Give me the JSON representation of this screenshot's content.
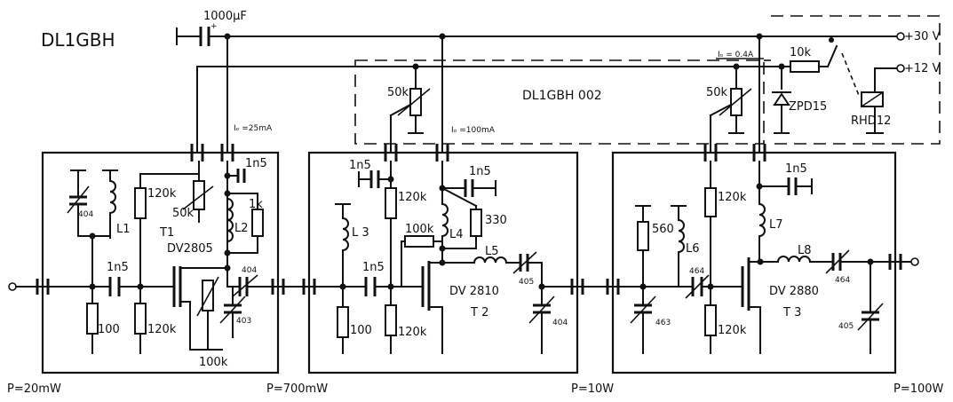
{
  "title": "DL1GBH",
  "board_label": "DL1GBH  002",
  "supply": {
    "v30": "+30 V",
    "v12": "+12 V"
  },
  "currents": {
    "i_overall": "Iₒ = 0.4A",
    "i_t1": "Iₒ =25mA",
    "i_t2": "Iₒ =100mA"
  },
  "power_levels": [
    "P=20mW",
    "P=700mW",
    "P=10W",
    "P=100W"
  ],
  "components": {
    "c_main": "1000µF",
    "r_10k": "10k",
    "zener": "ZPD15",
    "relay": "RHD12",
    "pot_50k_a": "50k",
    "pot_50k_b": "50k",
    "pot_50k_c": "50k",
    "c_1n5_a": "1n5",
    "c_1n5_b": "1n5",
    "c_1n5_c": "1n5",
    "c_1n5_d": "1n5",
    "c_1n5_e": "1n5",
    "c_1n5_f": "1n5",
    "r_120k_a": "120k",
    "r_120k_b": "120k",
    "r_120k_c": "120k",
    "r_120k_d": "120k",
    "r_120k_e": "120k",
    "r_120k_f": "120k",
    "r_100_a": "100",
    "r_100_b": "100",
    "r_100k_a": "100k",
    "r_100k_b": "100k",
    "r_1k": "1k",
    "r_330": "330",
    "r_560": "560",
    "trim_404_a": "404",
    "trim_404_b": "404",
    "trim_404_c": "404",
    "trim_403": "403",
    "trim_405_a": "405",
    "trim_405_b": "405",
    "trim_463": "463",
    "trim_464_a": "464",
    "trim_464_b": "464",
    "L1": "L1",
    "L2": "L2",
    "L3": "L 3",
    "L4": "L4",
    "L5": "L5",
    "L6": "L6",
    "L7": "L7",
    "L8": "L8",
    "T1": "T1",
    "T2": "T 2",
    "T3": "T 3",
    "DV2805": "DV2805",
    "DV2810": "DV 2810",
    "DV2880": "DV 2880"
  }
}
